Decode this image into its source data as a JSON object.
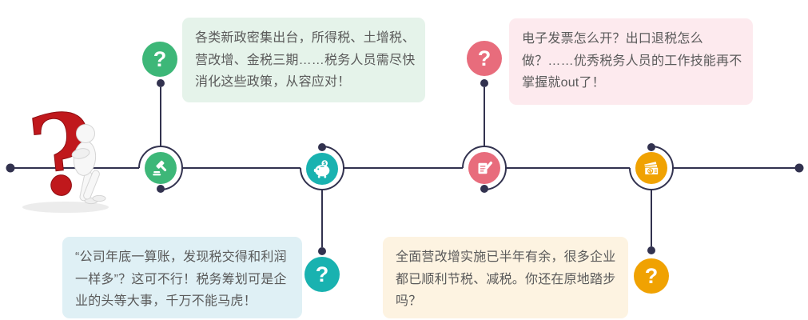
{
  "canvas": {
    "line_color": "#32324f",
    "text_color": "#5a5a5a"
  },
  "intro": {
    "label": "?",
    "color": "#c0181c"
  },
  "nodes": [
    {
      "id": "new-policies",
      "icon": "gavel-icon",
      "circle_color": "#3db778",
      "question_label": "?",
      "question_color": "#3db778"
    },
    {
      "id": "tax-planning",
      "icon": "piggy-bank-icon",
      "circle_color": "#19b2b0",
      "question_label": "?",
      "question_color": "#19b2b0"
    },
    {
      "id": "work-skills",
      "icon": "document-pen-icon",
      "circle_color": "#e86c7c",
      "question_label": "?",
      "question_color": "#e86c7c"
    },
    {
      "id": "vat-reform",
      "icon": "banknotes-icon",
      "circle_color": "#f0a202",
      "question_label": "?",
      "question_color": "#f0a202"
    }
  ],
  "bubbles": [
    {
      "id": "new-policies",
      "bg": "#e5f3ea",
      "lines": [
        "各类新政密集出台，所得税、土增税、",
        "营改增、金税三期……税务人员需尽快",
        "消化这些政策，从容应对！"
      ]
    },
    {
      "id": "work-skills",
      "bg": "#fdeaee",
      "lines": [
        "电子发票怎么开？出口退税怎么",
        "做？……优秀税务人员的工作技能再不",
        "掌握就out了！"
      ]
    },
    {
      "id": "tax-planning",
      "bg": "#dff0f5",
      "lines": [
        "“公司年底一算账，发现税交得和利润",
        "一样多”？这可不行！税务筹划可是企",
        "业的头等大事，千万不能马虎！"
      ]
    },
    {
      "id": "vat-reform",
      "bg": "#fdf3e1",
      "lines": [
        "全面营改增实施已半年有余，很多企业",
        "都已顺利节税、减税。你还在原地踏步",
        "吗？"
      ]
    }
  ]
}
